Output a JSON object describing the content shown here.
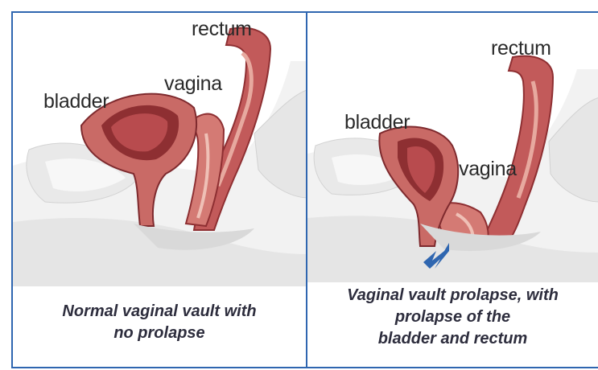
{
  "panels": [
    {
      "labels": {
        "rectum": "rectum",
        "bladder": "bladder",
        "vagina": "vagina"
      },
      "caption": [
        "Normal vaginal vault with",
        "no prolapse"
      ]
    },
    {
      "labels": {
        "rectum": "rectum",
        "bladder": "bladder",
        "vagina": "vagina"
      },
      "caption": [
        "Vaginal vault prolapse, with",
        "prolapse of the",
        "bladder and rectum"
      ]
    }
  ],
  "colors": {
    "border": "#2f66b0",
    "arrow": "#2f66b0",
    "organ_dark": "#8e2f32",
    "organ_mid": "#c25a5a",
    "organ_light": "#e7a99f",
    "bone": "#e7e7e7"
  }
}
